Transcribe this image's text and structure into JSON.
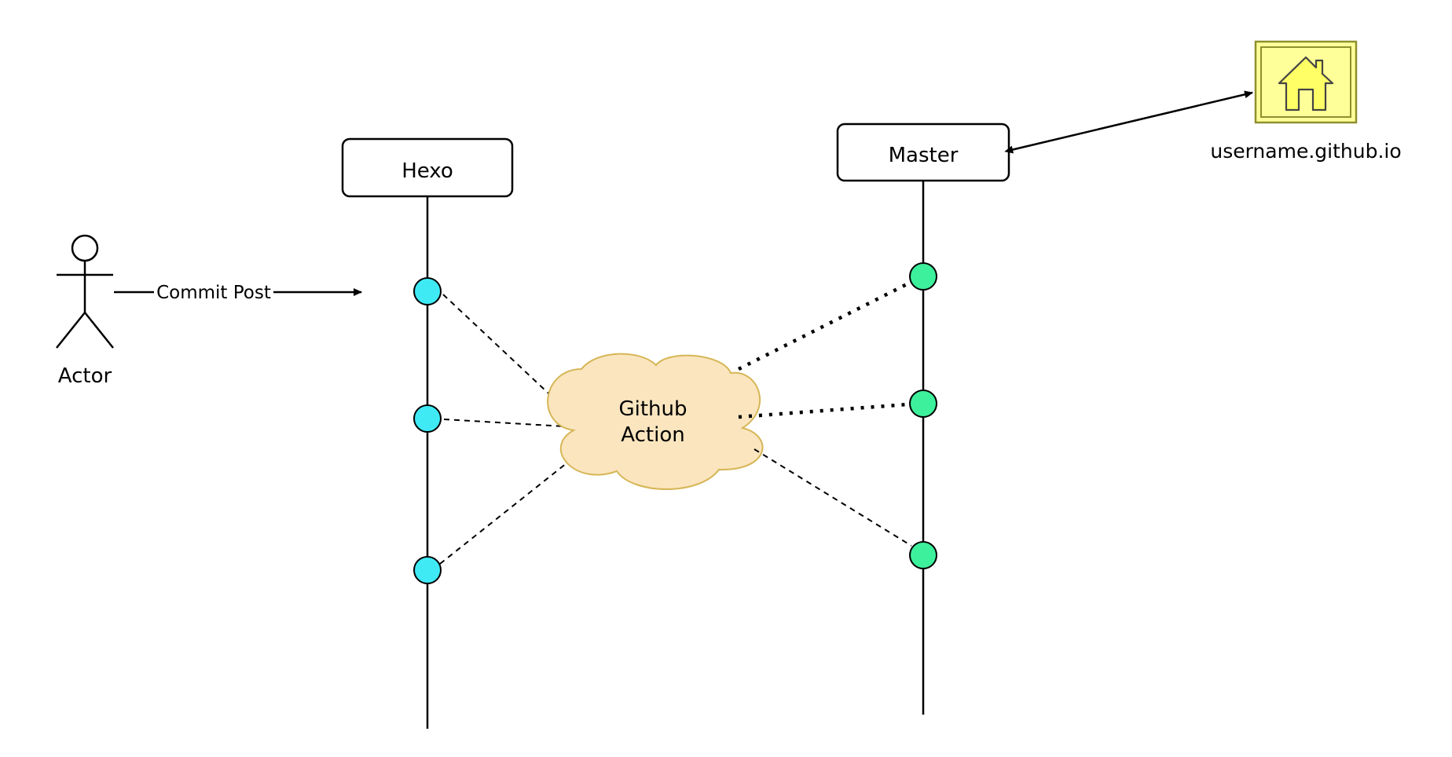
{
  "diagram": {
    "actor": {
      "label": "Actor"
    },
    "commit_edge": {
      "label": "Commit Post"
    },
    "hexo": {
      "label": "Hexo"
    },
    "master": {
      "label": "Master"
    },
    "cloud": {
      "line1": "Github",
      "line2": "Action"
    },
    "site": {
      "label": "username.github.io",
      "icon": "home-icon"
    }
  },
  "colors": {
    "hexo_node": "#3FEAF5",
    "master_node": "#3DF09B",
    "cloud_fill": "#FAE5BF",
    "cloud_stroke": "#D6B656",
    "home_fill": "#FFFF99",
    "home_stroke": "#AAAA33"
  }
}
